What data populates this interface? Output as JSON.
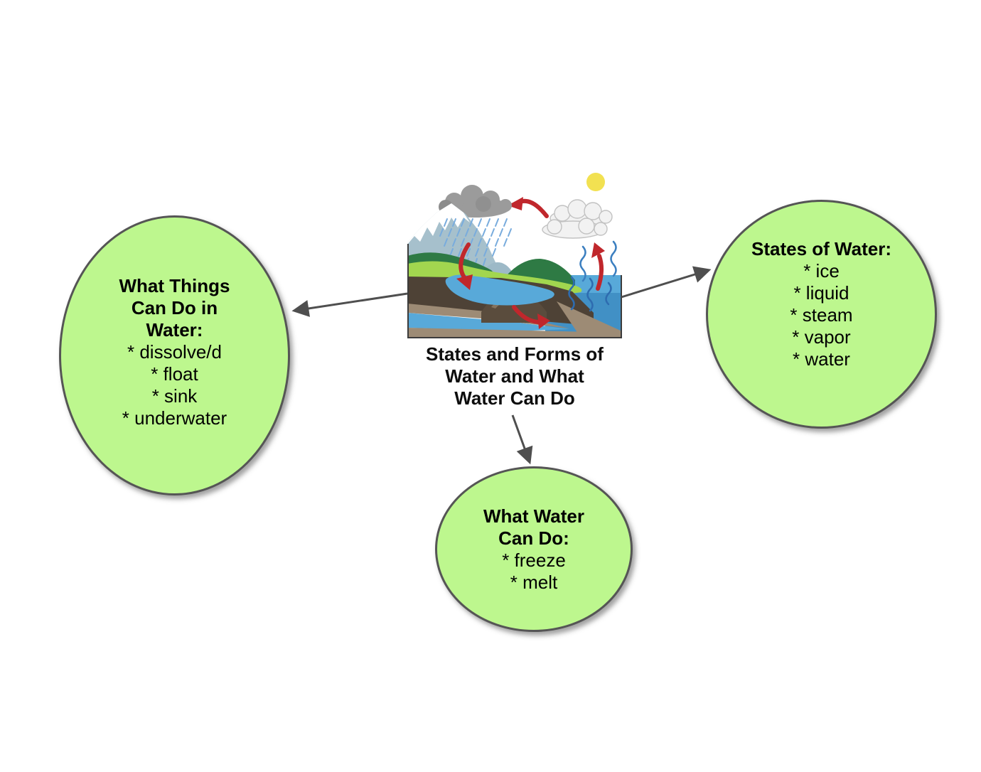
{
  "center_topic": {
    "caption_lines": [
      "States and Forms of",
      "Water and What",
      "Water Can Do"
    ],
    "illustration": "water-cycle"
  },
  "nodes": [
    {
      "id": "what-things-can-do-in-water",
      "title_lines": [
        "What Things",
        "Can Do in",
        "Water:"
      ],
      "items": [
        "* dissolve/d",
        "* float",
        "* sink",
        "* underwater"
      ]
    },
    {
      "id": "states-of-water",
      "title_lines": [
        "States of Water:"
      ],
      "items": [
        "* ice",
        "* liquid",
        "* steam",
        "* vapor",
        "* water"
      ]
    },
    {
      "id": "what-water-can-do",
      "title_lines": [
        "What Water",
        "Can Do:"
      ],
      "items": [
        "* freeze",
        "* melt"
      ]
    }
  ],
  "illustration_elements": [
    "sun",
    "rain-cloud",
    "rain",
    "clouds",
    "mountain",
    "hills",
    "lake",
    "ocean",
    "groundwater",
    "evaporation-squiggles",
    "red-cycle-arrows"
  ],
  "colors": {
    "node_fill": "#bdf78e",
    "node_border": "#555555",
    "connector": "#4f4f4f",
    "text": "#000000",
    "background": "#ffffff"
  }
}
